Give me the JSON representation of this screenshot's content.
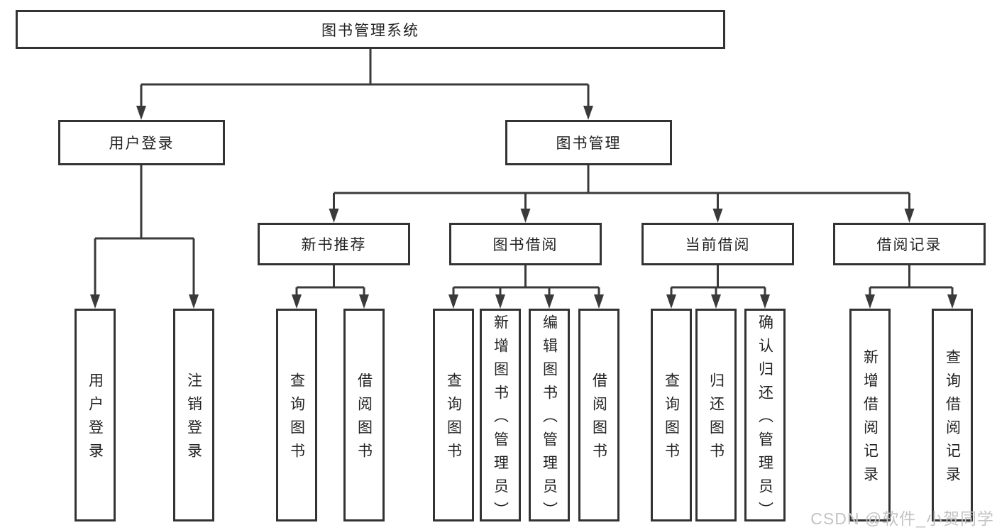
{
  "nodes": {
    "root": {
      "label": "图书管理系统"
    },
    "level2": [
      {
        "label": "用户登录"
      },
      {
        "label": "图书管理"
      }
    ],
    "level3": [
      {
        "label": "新书推荐"
      },
      {
        "label": "图书借阅"
      },
      {
        "label": "当前借阅"
      },
      {
        "label": "借阅记录"
      }
    ],
    "leaves": [
      {
        "label": "用户登录"
      },
      {
        "label": "注销登录"
      },
      {
        "label": "查询图书"
      },
      {
        "label": "借阅图书"
      },
      {
        "label": "查询图书"
      },
      {
        "label": "新增图书（管理员）"
      },
      {
        "label": "编辑图书（管理员）"
      },
      {
        "label": "借阅图书"
      },
      {
        "label": "查询图书"
      },
      {
        "label": "归还图书"
      },
      {
        "label": "确认归还（管理员）"
      },
      {
        "label": "新增借阅记录"
      },
      {
        "label": "查询借阅记录"
      }
    ]
  },
  "watermark": {
    "text": "CSDN @软件_小贺同学"
  },
  "colors": {
    "line": "#3a3a3a",
    "border": "#333333",
    "text": "#222222",
    "background": "#ffffff",
    "watermark": "#c3c3c3"
  }
}
